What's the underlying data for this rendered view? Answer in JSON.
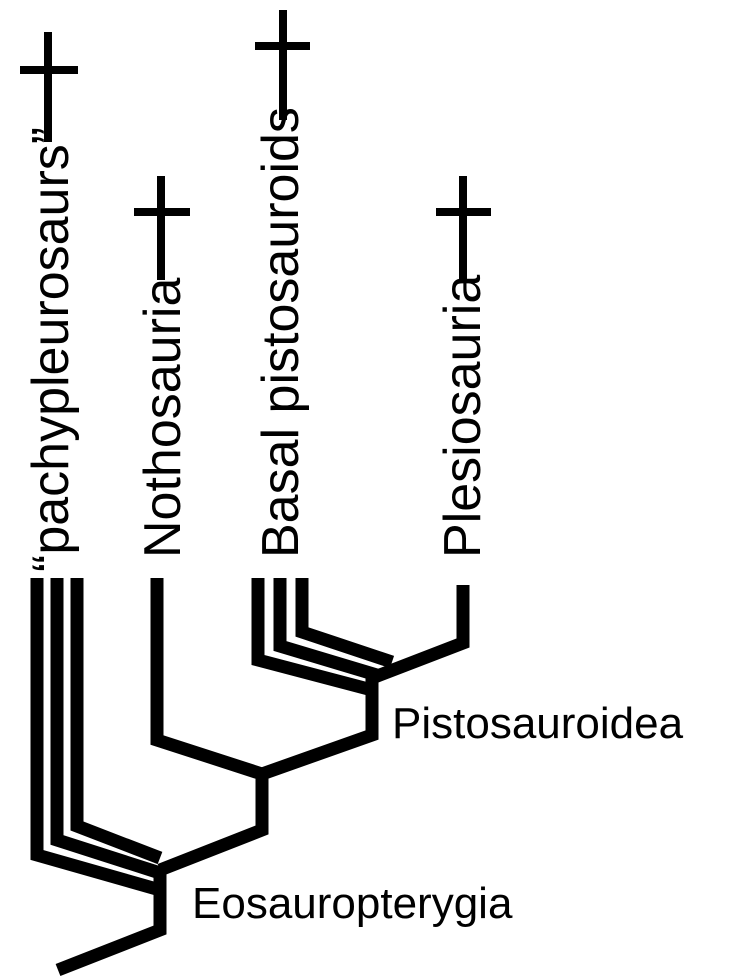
{
  "taxa": {
    "pachypleurosaurs": "“pachypleurosaurs”",
    "nothosauria": "Nothosauria",
    "basal_pistosauroids": "Basal pistosauroids",
    "plesiosauria": "Plesiosauria"
  },
  "nodes": {
    "eosauropterygia": "Eosauropterygia",
    "pistosauroidea": "Pistosauroidea"
  },
  "colors": {
    "line": "#000000",
    "background": "#ffffff"
  },
  "icons": {
    "extinct_marker": "dagger-icon"
  }
}
